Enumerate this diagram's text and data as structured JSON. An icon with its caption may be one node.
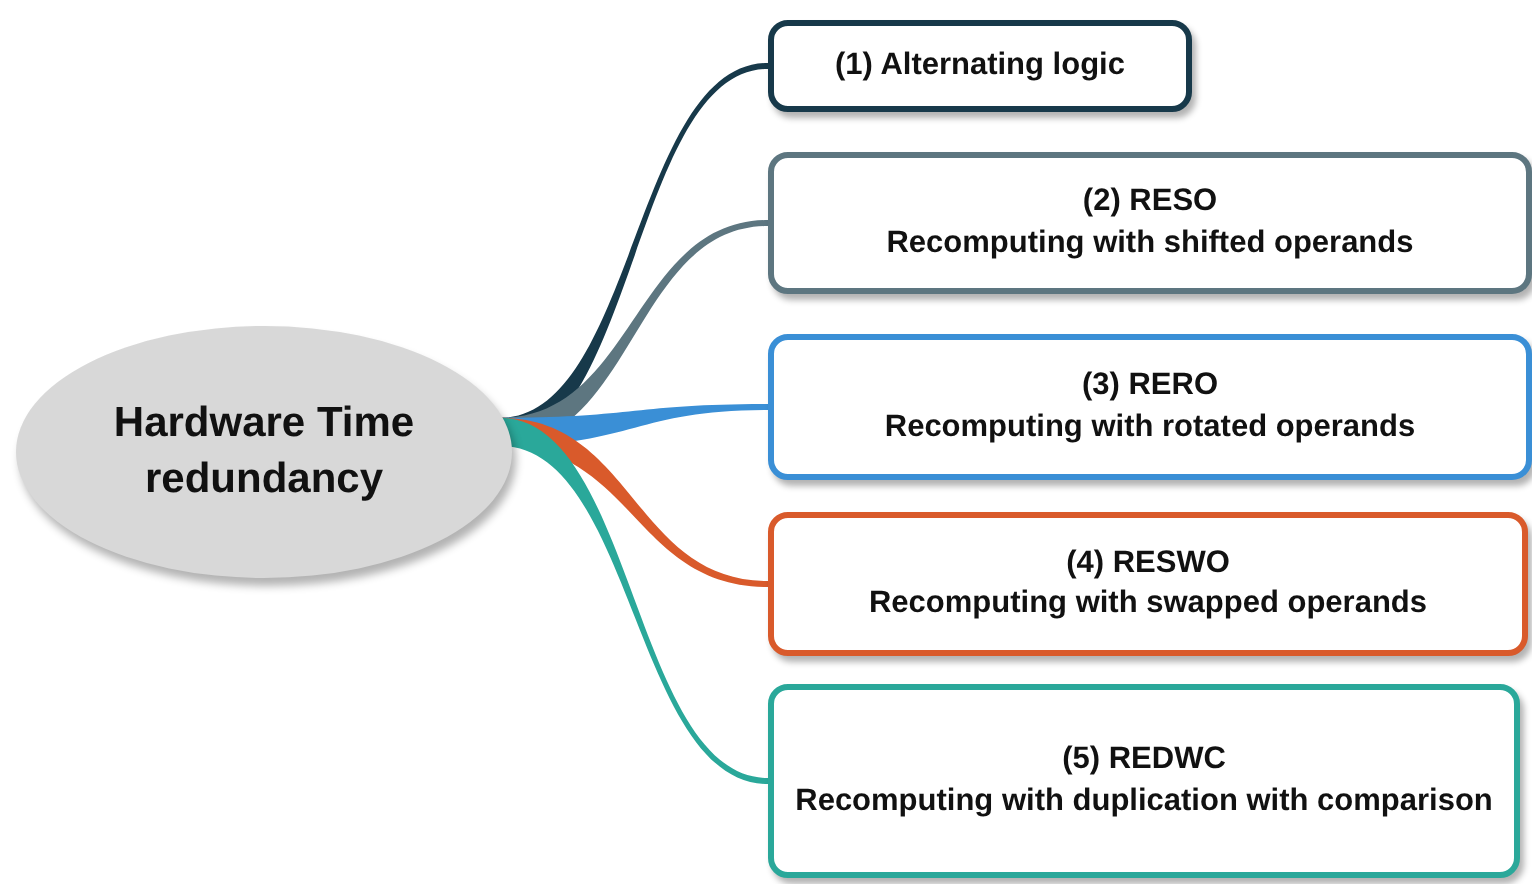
{
  "diagram": {
    "nodes": [
      {
        "text": [
          "Hardware Time redundancy"
        ]
      },
      {
        "text": [
          "(1) Alternating logic"
        ]
      },
      {
        "text": [
          "(2) RESO",
          "Recomputing with shifted operands"
        ]
      },
      {
        "text": [
          "(3) RERO",
          "Recomputing with rotated operands"
        ]
      },
      {
        "text": [
          "(4) RESWO",
          "Recomputing with swapped operands"
        ]
      },
      {
        "text": [
          "(5) REDWC",
          "Recomputing with duplication with comparison"
        ]
      }
    ],
    "edges": [
      {
        "from": 0,
        "to": 1,
        "arrow": "none",
        "color": "#17394a"
      },
      {
        "from": 0,
        "to": 2,
        "arrow": "none",
        "color": "#5d7680"
      },
      {
        "from": 0,
        "to": 3,
        "arrow": "none",
        "color": "#3a8fd6"
      },
      {
        "from": 0,
        "to": 4,
        "arrow": "none",
        "color": "#d95a2b"
      },
      {
        "from": 0,
        "to": 5,
        "arrow": "none",
        "color": "#2aa89a"
      }
    ]
  }
}
